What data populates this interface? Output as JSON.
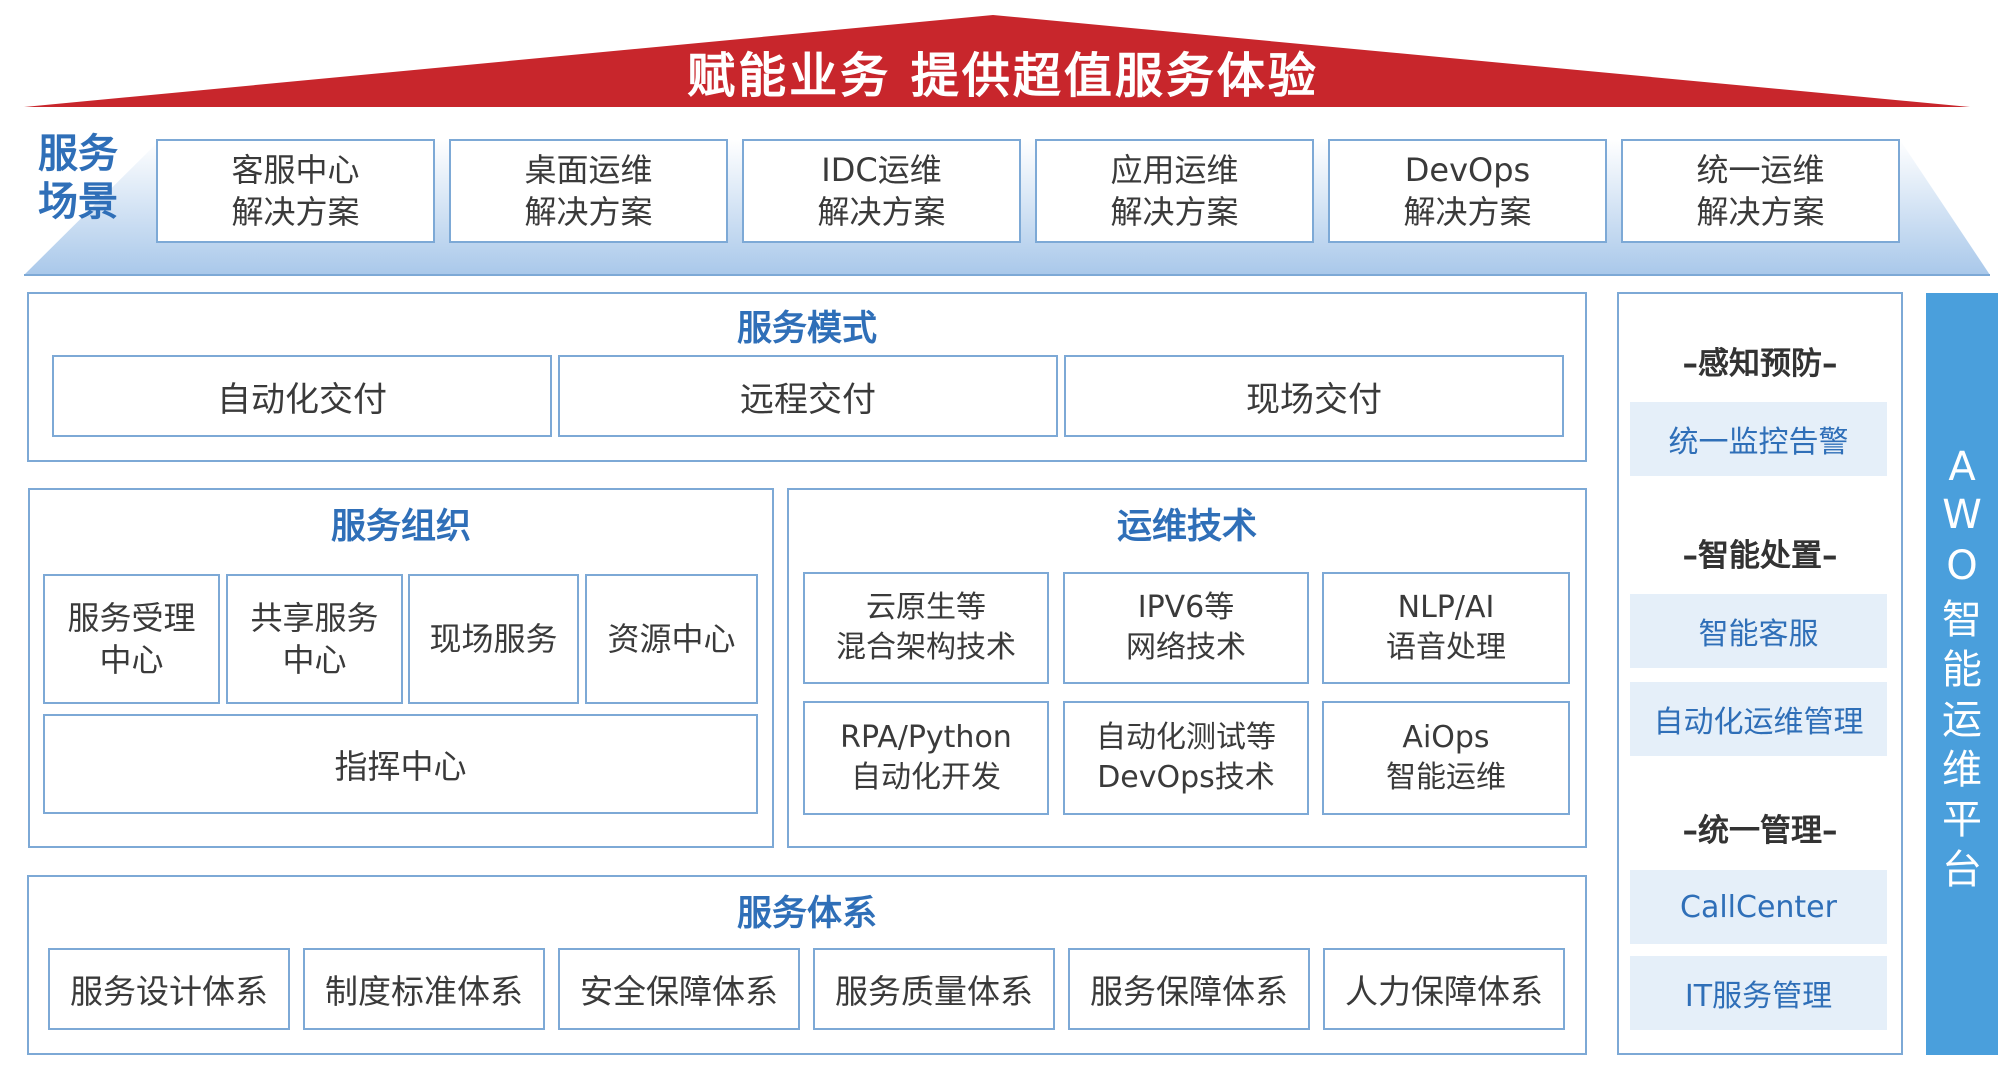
{
  "roof": {
    "title": "赋能业务  提供超值服务体验",
    "color": "#c8262c"
  },
  "scenes": {
    "label_line1": "服务",
    "label_line2": "场景",
    "items": [
      {
        "line1": "客服中心",
        "line2": "解决方案"
      },
      {
        "line1": "桌面运维",
        "line2": "解决方案"
      },
      {
        "line1": "IDC运维",
        "line2": "解决方案"
      },
      {
        "line1": "应用运维",
        "line2": "解决方案"
      },
      {
        "line1": "DevOps",
        "line2": "解决方案"
      },
      {
        "line1": "统一运维",
        "line2": "解决方案"
      }
    ]
  },
  "service_mode": {
    "title": "服务模式",
    "items": [
      "自动化交付",
      "远程交付",
      "现场交付"
    ]
  },
  "service_org": {
    "title": "服务组织",
    "items": [
      {
        "line1": "服务受理",
        "line2": "中心"
      },
      {
        "line1": "共享服务",
        "line2": "中心"
      },
      {
        "line1": "现场服务",
        "line2": ""
      },
      {
        "line1": "资源中心",
        "line2": ""
      }
    ],
    "command": "指挥中心"
  },
  "ops_tech": {
    "title": "运维技术",
    "items": [
      {
        "line1": "云原生等",
        "line2": "混合架构技术"
      },
      {
        "line1": "IPV6等",
        "line2": "网络技术"
      },
      {
        "line1": "NLP/AI",
        "line2": "语音处理"
      },
      {
        "line1": "RPA/Python",
        "line2": "自动化开发"
      },
      {
        "line1": "自动化测试等",
        "line2": "DevOps技术"
      },
      {
        "line1": "AiOps",
        "line2": "智能运维"
      }
    ]
  },
  "service_system": {
    "title": "服务体系",
    "items": [
      "服务设计体系",
      "制度标准体系",
      "安全保障体系",
      "服务质量体系",
      "服务保障体系",
      "人力保障体系"
    ]
  },
  "side": {
    "groups": [
      {
        "title": "–感知预防–",
        "items": [
          "统一监控告警"
        ]
      },
      {
        "title": "–智能处置–",
        "items": [
          "智能客服",
          "自动化运维管理"
        ]
      },
      {
        "title": "–统一管理–",
        "items": [
          "CallCenter",
          "IT服务管理"
        ]
      }
    ]
  },
  "awo": {
    "chars": [
      "A",
      "W",
      "O",
      "智",
      "能",
      "运",
      "维",
      "平",
      "台"
    ],
    "color": "#4a9fdc"
  }
}
